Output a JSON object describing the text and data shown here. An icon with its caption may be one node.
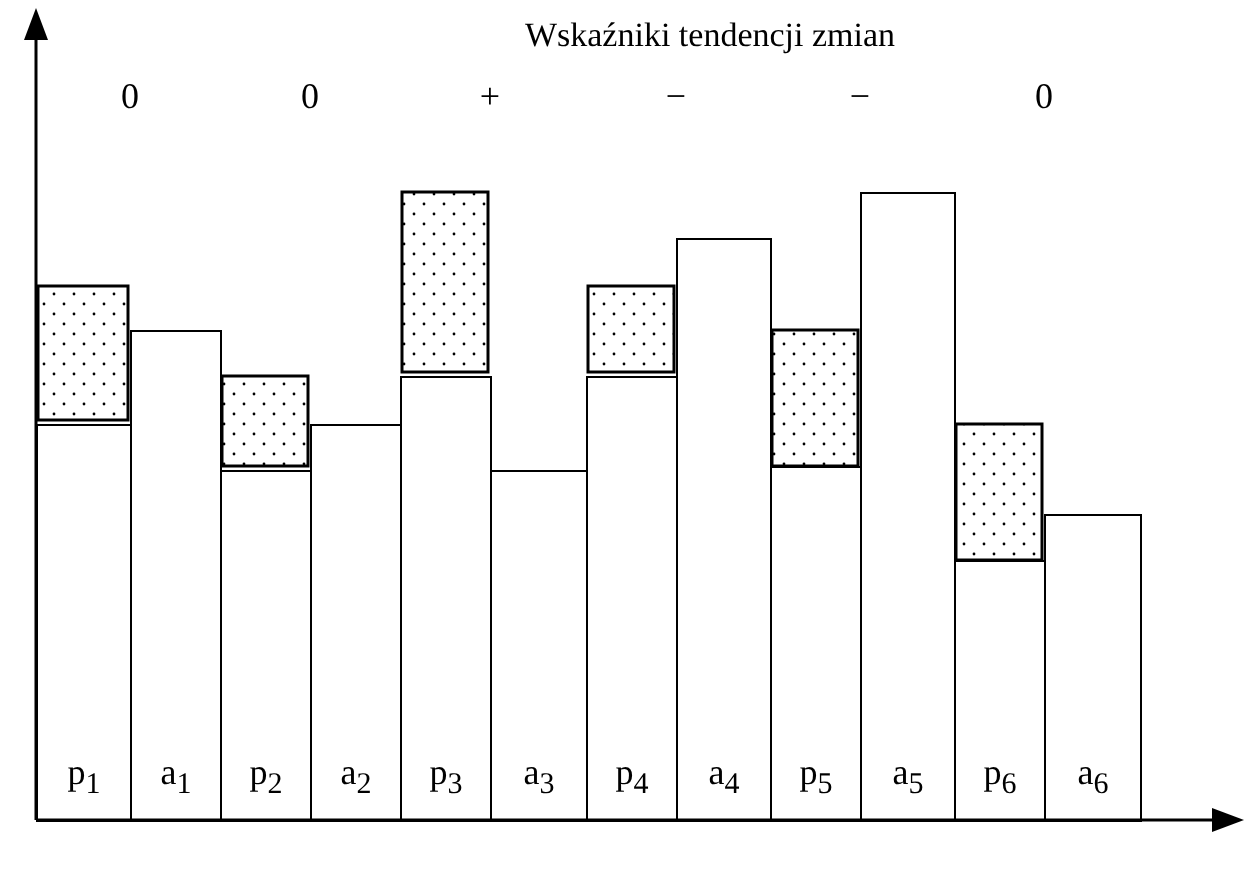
{
  "diagram": {
    "title": "Wskaźniki tendencji zmian",
    "nodes": [
      {
        "text": [
          "p$_{1}$"
        ]
      },
      {
        "text": [
          "a$_{1}$"
        ]
      },
      {
        "text": [
          "p$_{2}$"
        ]
      },
      {
        "text": [
          "a$_{2}$"
        ]
      },
      {
        "text": [
          "p$_{3}$"
        ]
      },
      {
        "text": [
          "a$_{3}$"
        ]
      },
      {
        "text": [
          "p$_{4}$"
        ]
      },
      {
        "text": [
          "a$_{4}$"
        ]
      },
      {
        "text": [
          "p$_{5}$"
        ]
      },
      {
        "text": [
          "a$_{5}$"
        ]
      },
      {
        "text": [
          "p$_{6}$"
        ]
      },
      {
        "text": [
          "a$_{6}$"
        ]
      },
      {
        "text": [],
        "shape": "box"
      },
      {
        "text": [],
        "shape": "box"
      },
      {
        "text": [],
        "shape": "box"
      },
      {
        "text": [],
        "shape": "box"
      },
      {
        "text": [],
        "shape": "box"
      },
      {
        "text": [],
        "shape": "box"
      }
    ],
    "labels": [
      "0",
      "0",
      "+",
      "−",
      "−",
      "0"
    ]
  }
}
